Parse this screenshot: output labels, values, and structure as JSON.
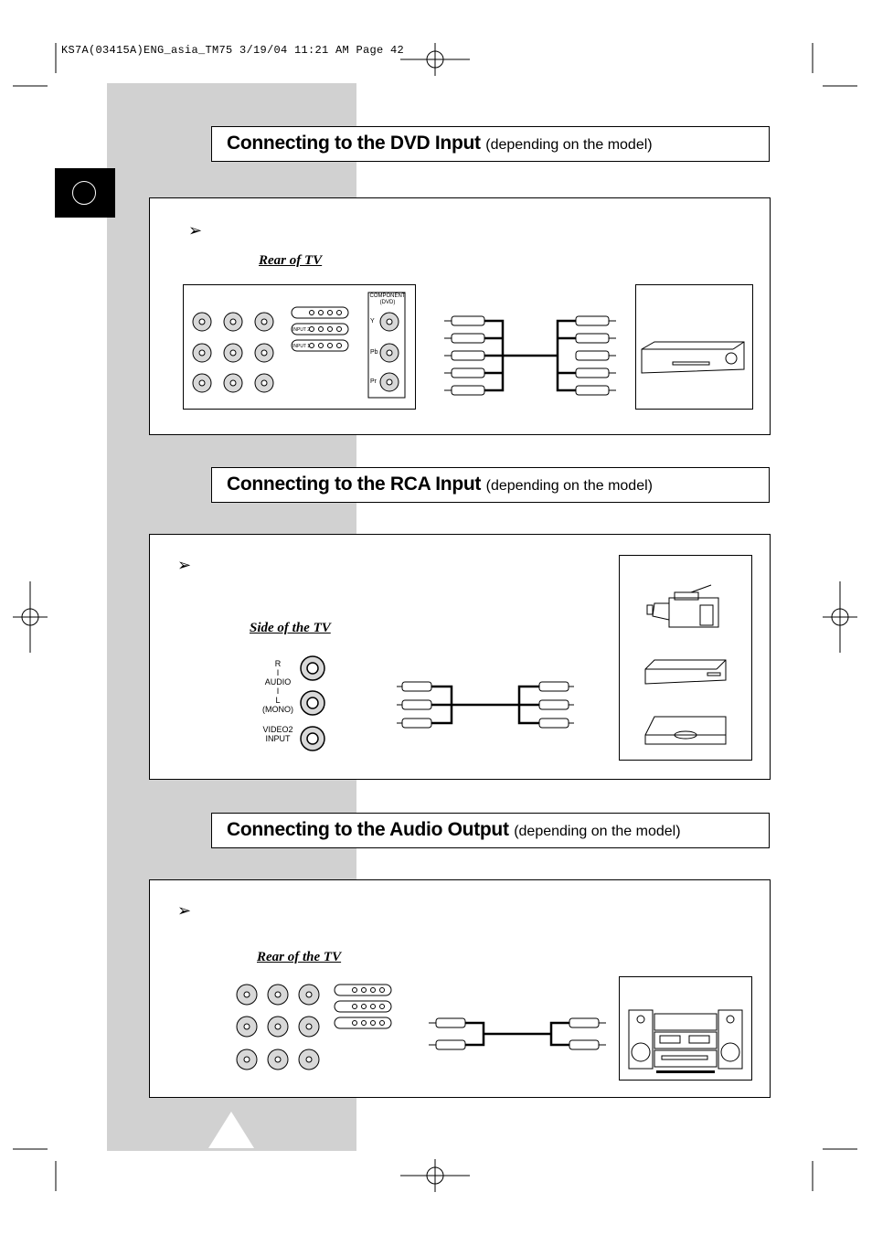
{
  "slug": "KS7A(03415A)ENG_asia_TM75  3/19/04  11:21 AM  Page 42",
  "sections": [
    {
      "title": "Connecting to the DVD Input",
      "subtitle": "(depending on the model)",
      "caption": "Rear of TV"
    },
    {
      "title": "Connecting to the RCA Input",
      "subtitle": "(depending on the model)",
      "caption": "Side of the TV"
    },
    {
      "title": "Connecting to the Audio Output",
      "subtitle": "(depending on the model)",
      "caption": "Rear of the TV"
    }
  ],
  "arrow_glyph": "➢",
  "dvd_panel": {
    "component_label": "COMPONENT (DVD)",
    "port_labels": [
      "Y",
      "Pb",
      "Pr"
    ],
    "input_rows": [
      "INPUT 2",
      "INPUT 1"
    ]
  },
  "side_jacks": {
    "r": "R",
    "audio": "AUDIO",
    "l": "L",
    "mono": "(MONO)",
    "video2": "VIDEO2",
    "input": "INPUT"
  },
  "colors": {
    "band": "#d1d1d1",
    "ink": "#000000"
  }
}
